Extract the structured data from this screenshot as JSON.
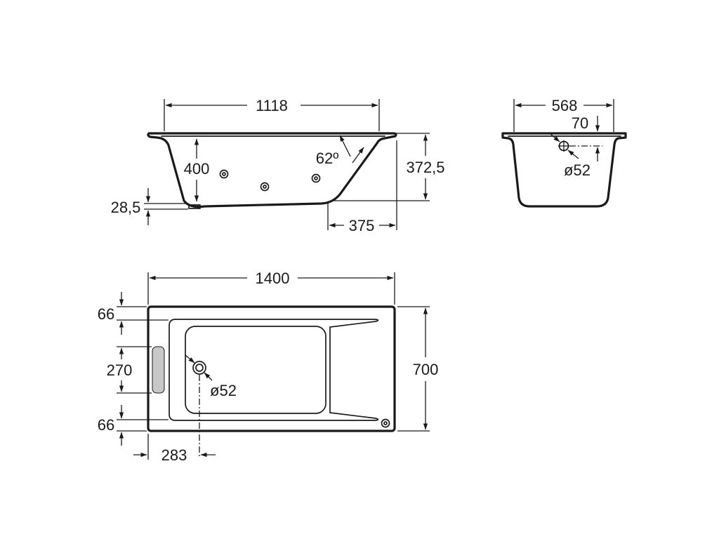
{
  "side_view": {
    "dim_length_top": "1118",
    "dim_depth": "400",
    "dim_angle": "62º",
    "dim_height": "372,5",
    "dim_floor_offset": "28,5",
    "dim_slope_base": "375"
  },
  "end_view": {
    "dim_width": "568",
    "dim_overflow_offset": "70",
    "dim_overflow_diameter": "ø52"
  },
  "plan_view": {
    "dim_length": "1400",
    "dim_width": "700",
    "dim_edge_top": "66",
    "dim_headrest": "270",
    "dim_edge_bottom": "66",
    "dim_drain_offset": "283",
    "dim_drain_diameter": "ø52"
  },
  "colors": {
    "line": "#1a1a1a",
    "headrest_fill": "#c8c8c8",
    "background": "#ffffff"
  }
}
